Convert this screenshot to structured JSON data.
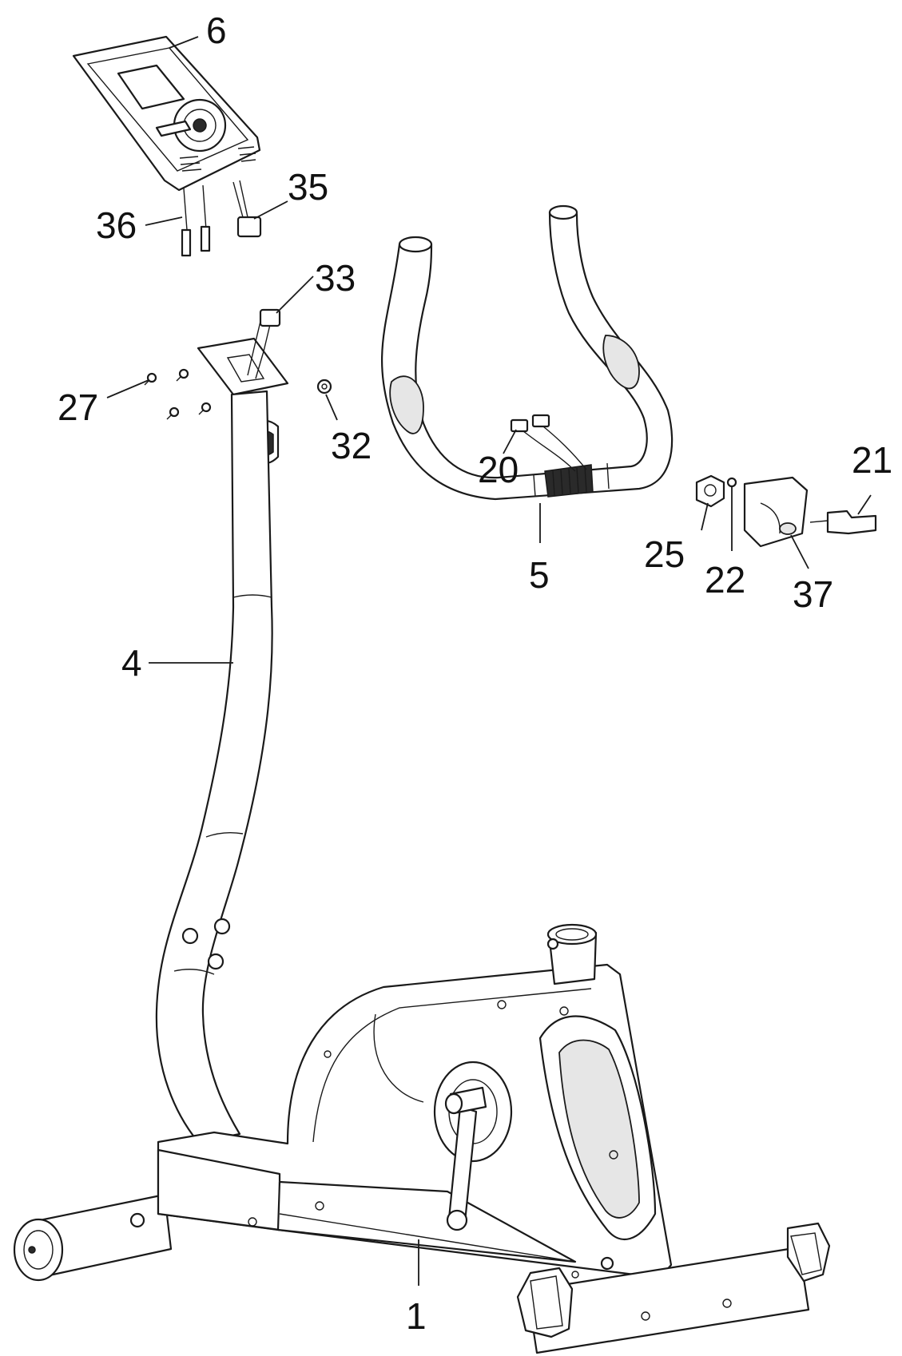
{
  "callouts": [
    {
      "id": "1",
      "label": "1"
    },
    {
      "id": "4",
      "label": "4"
    },
    {
      "id": "5",
      "label": "5"
    },
    {
      "id": "6",
      "label": "6"
    },
    {
      "id": "20",
      "label": "20"
    },
    {
      "id": "21",
      "label": "21"
    },
    {
      "id": "22",
      "label": "22"
    },
    {
      "id": "25",
      "label": "25"
    },
    {
      "id": "27",
      "label": "27"
    },
    {
      "id": "32",
      "label": "32"
    },
    {
      "id": "33",
      "label": "33"
    },
    {
      "id": "35",
      "label": "35"
    },
    {
      "id": "36",
      "label": "36"
    },
    {
      "id": "37",
      "label": "37"
    }
  ]
}
